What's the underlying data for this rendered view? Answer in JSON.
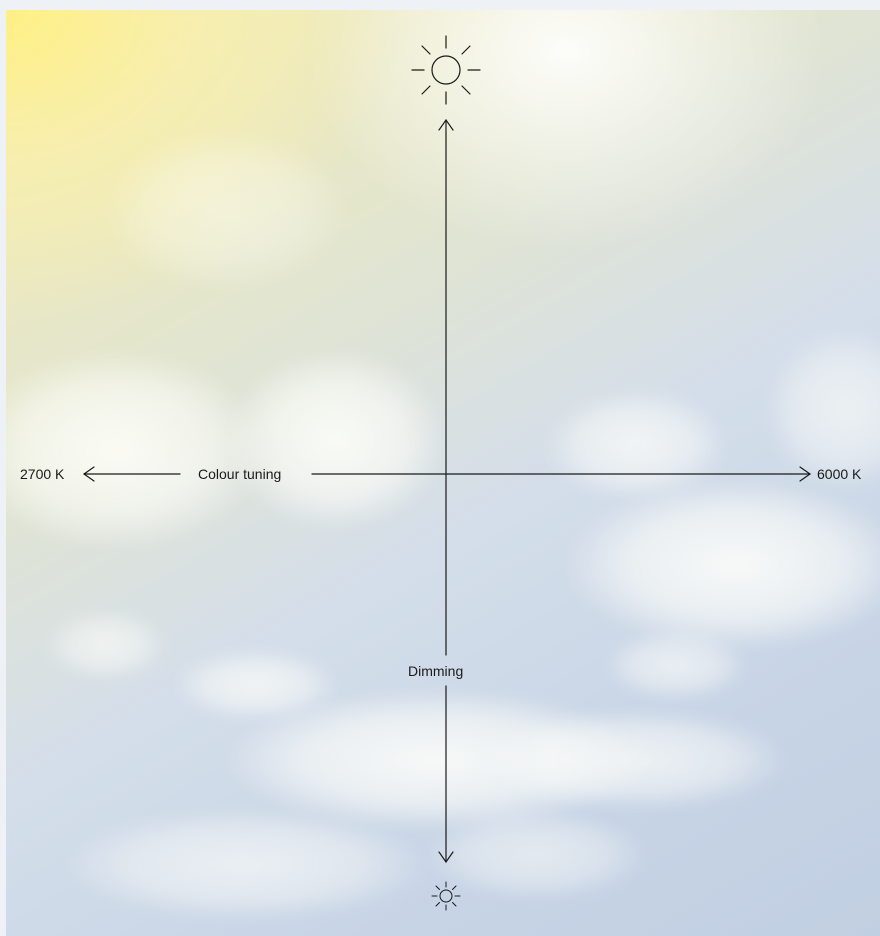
{
  "axes": {
    "horizontal": {
      "title": "Colour tuning",
      "min_label": "2700 K",
      "max_label": "6000 K"
    },
    "vertical": {
      "title": "Dimming",
      "top_icon": "sun-large-icon",
      "bottom_icon": "sun-small-icon"
    }
  },
  "colors": {
    "line": "#1a1a1a",
    "warm_glow": "#fff082",
    "sky_blue": "#c1cfe2"
  }
}
